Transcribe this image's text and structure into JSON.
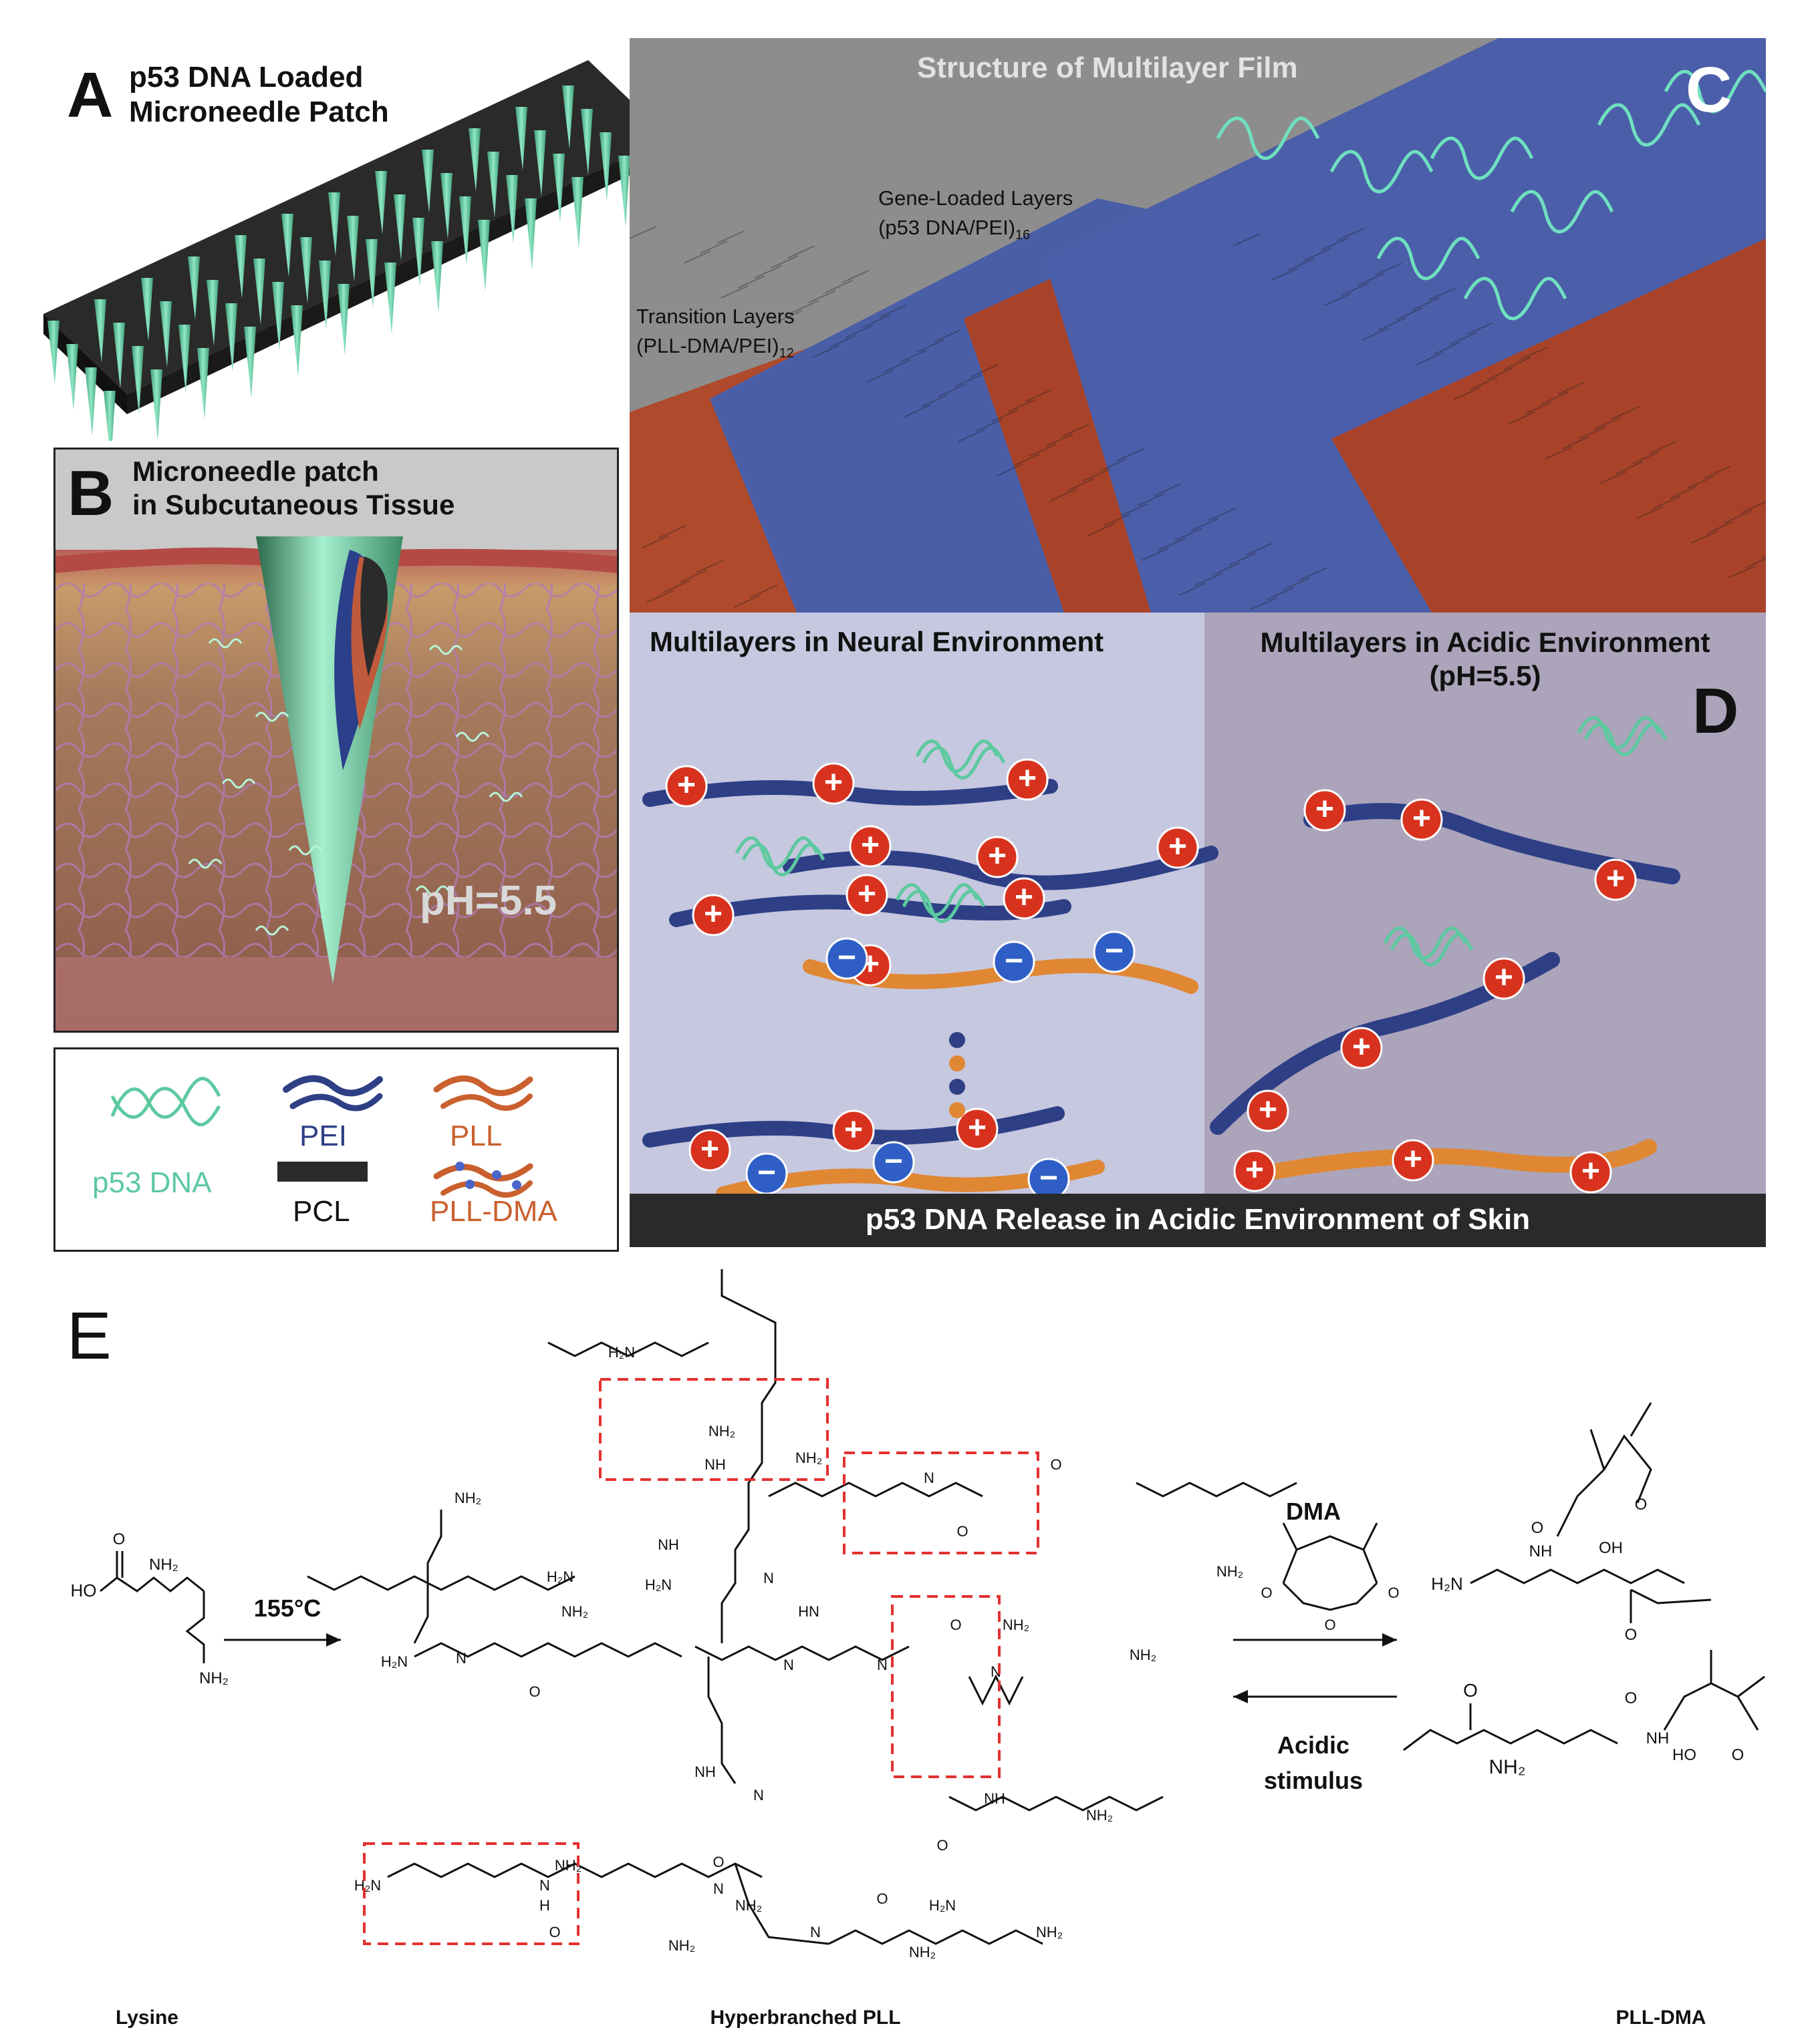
{
  "panelA": {
    "letter": "A",
    "title_line1": "p53 DNA Loaded",
    "title_line2": "Microneedle Patch"
  },
  "panelB": {
    "letter": "B",
    "title_line1": "Microneedle patch",
    "title_line2": "in Subcutaneous Tissue",
    "ph": "pH=5.5"
  },
  "legend": {
    "dna": "p53 DNA",
    "pei": "PEI",
    "pcl": "PCL",
    "pll": "PLL",
    "plldma": "PLL-DMA"
  },
  "panelC": {
    "letter": "C",
    "title": "Structure of  Multilayer Film",
    "gene_layers_1": "Gene-Loaded Layers",
    "gene_layers_2": "(p53 DNA/PEI)",
    "gene_layers_sub": "16",
    "transition_1": "Transition Layers",
    "transition_2": "(PLL-DMA/PEI)",
    "transition_sub": "12"
  },
  "panelD": {
    "letter": "D",
    "left_title": "Multilayers in Neural Environment",
    "right_title_1": "Multilayers in Acidic Environment",
    "right_title_2": "(pH=5.5)",
    "footer": "p53 DNA Release in Acidic Environment of Skin",
    "plus": "+",
    "minus": "−"
  },
  "panelE": {
    "letter": "E",
    "temp": "155°C",
    "dma": "DMA",
    "acidic_1": "Acidic",
    "acidic_2": "stimulus",
    "label_lysine": "Lysine",
    "label_hyper": "Hyperbranched PLL",
    "label_plldma": "PLL-DMA",
    "atoms": {
      "nh2": "NH₂",
      "h2n": "H₂N",
      "ho": "HO",
      "o": "O",
      "n": "N",
      "h": "H",
      "nh": "NH",
      "oh": "OH"
    }
  },
  "colors": {
    "dna": "#5dc9a0",
    "pei": "#2e3f86",
    "pll": "#e08734",
    "plus": "#d8321e",
    "minus": "#2f5fc6",
    "red_dash": "#e23030"
  }
}
